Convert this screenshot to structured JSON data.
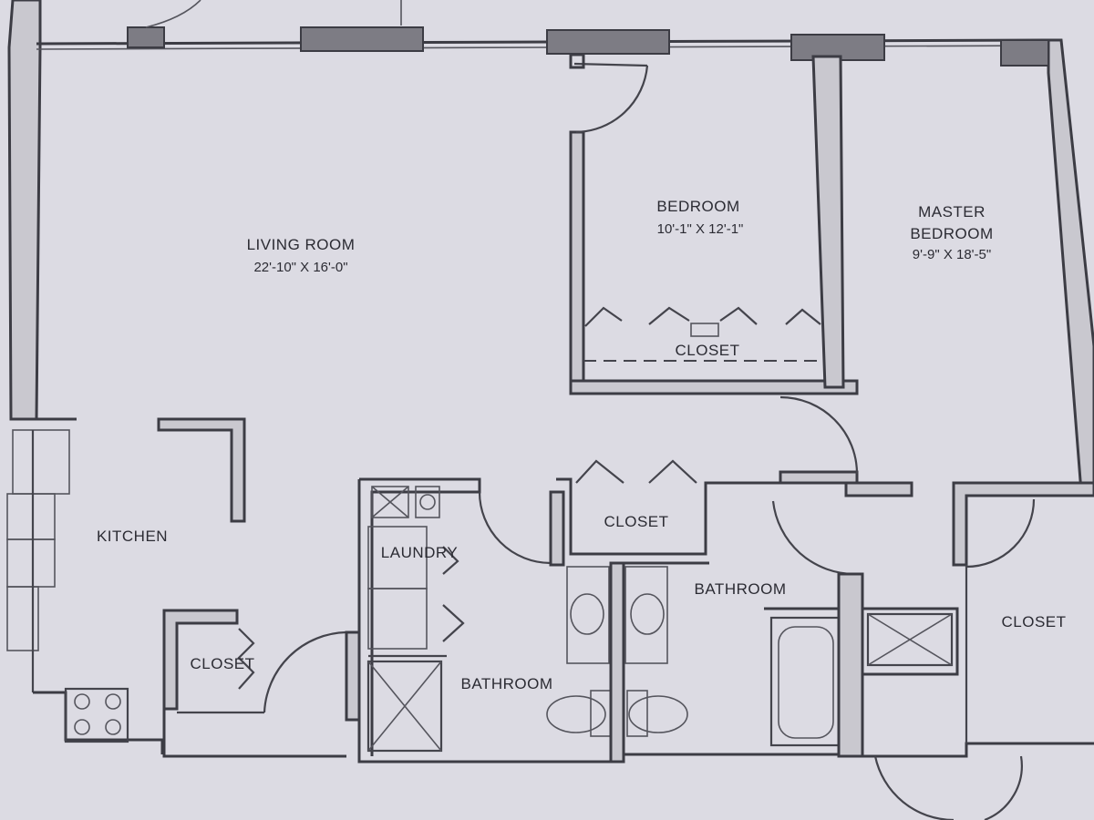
{
  "rooms": {
    "living_room": {
      "name": "LIVING ROOM",
      "dims": "22'-10\" X 16'-0\""
    },
    "bedroom": {
      "name": "BEDROOM",
      "dims": "10'-1\" X 12'-1\""
    },
    "master_bedroom": {
      "name_line1": "MASTER",
      "name_line2": "BEDROOM",
      "dims": "9'-9\" X 18'-5\""
    },
    "kitchen": {
      "name": "KITCHEN"
    },
    "laundry": {
      "name": "LAUNDRY"
    },
    "bathroom_left": {
      "name": "BATHROOM"
    },
    "bathroom_right": {
      "name": "BATHROOM"
    },
    "closet_bedroom": {
      "name": "CLOSET"
    },
    "closet_hall": {
      "name": "CLOSET"
    },
    "closet_master": {
      "name": "CLOSET"
    },
    "closet_kitchen": {
      "name": "CLOSET"
    }
  }
}
